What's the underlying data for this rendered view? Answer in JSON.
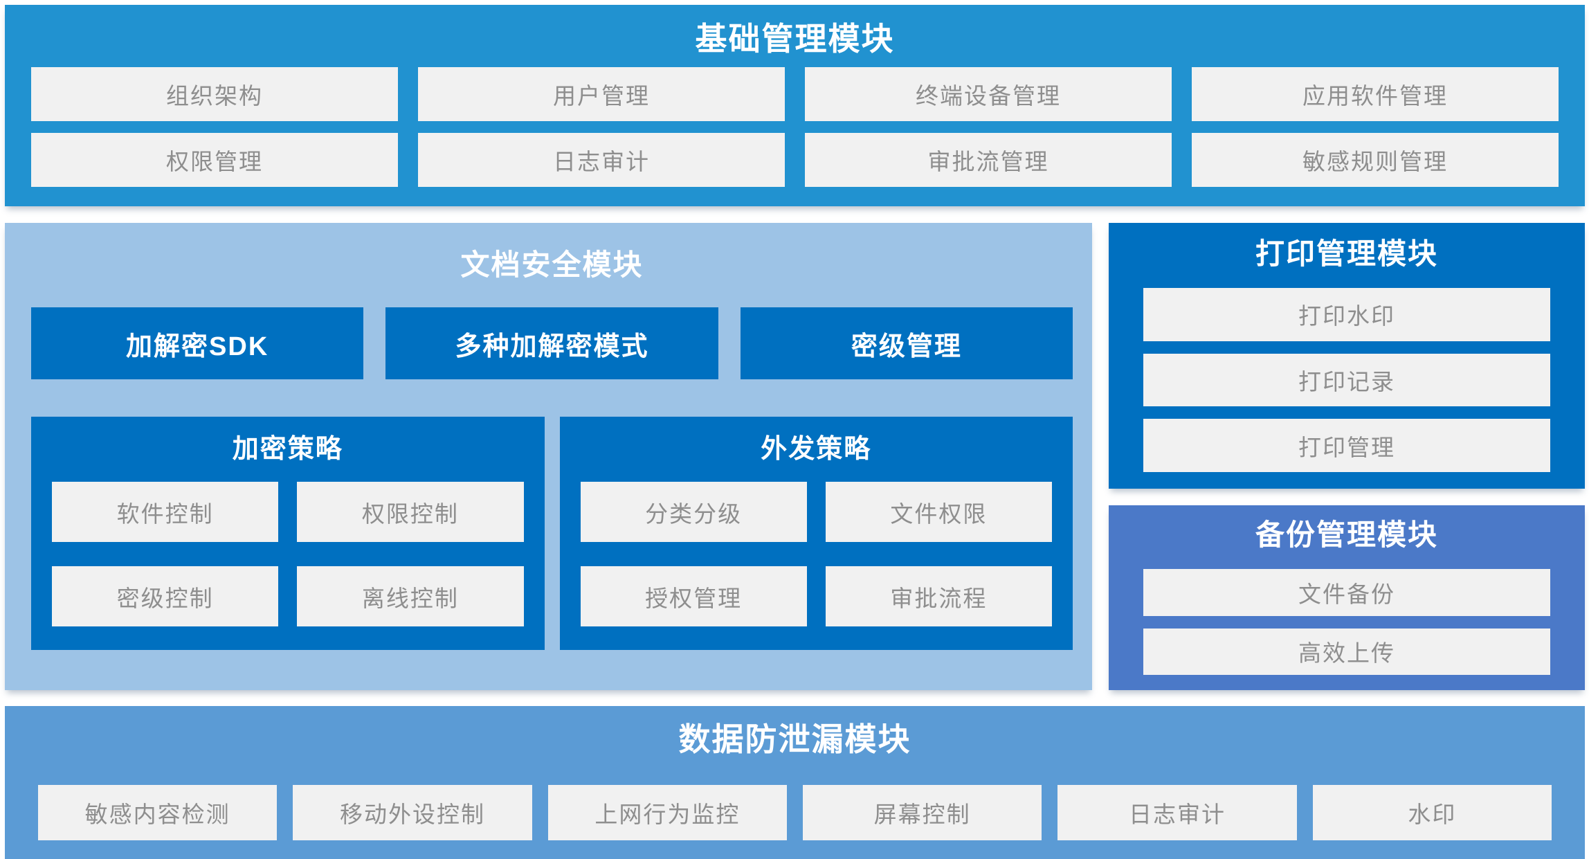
{
  "colors": {
    "top_section_blue": "#2192d0",
    "light_panel_blue": "#9dc3e6",
    "primary_dark_blue": "#0070c0",
    "backup_indigo_blue": "#4b79c8",
    "bottom_medium_blue": "#5b9bd5",
    "item_box_bg": "#f1f1f1",
    "item_box_text": "#8e8e8e",
    "title_text": "#ffffff"
  },
  "basic_management": {
    "title": "基础管理模块",
    "items": [
      "组织架构",
      "用户管理",
      "终端设备管理",
      "应用软件管理",
      "权限管理",
      "日志审计",
      "审批流管理",
      "敏感规则管理"
    ]
  },
  "document_security": {
    "title": "文档安全模块",
    "buttons": [
      "加解密SDK",
      "多种加解密模式",
      "密级管理"
    ],
    "encryption_policy": {
      "title": "加密策略",
      "items": [
        "软件控制",
        "权限控制",
        "密级控制",
        "离线控制"
      ]
    },
    "outgoing_policy": {
      "title": "外发策略",
      "items": [
        "分类分级",
        "文件权限",
        "授权管理",
        "审批流程"
      ]
    }
  },
  "print_management": {
    "title": "打印管理模块",
    "items": [
      "打印水印",
      "打印记录",
      "打印管理"
    ]
  },
  "backup_management": {
    "title": "备份管理模块",
    "items": [
      "文件备份",
      "高效上传"
    ]
  },
  "dlp": {
    "title": "数据防泄漏模块",
    "items": [
      "敏感内容检测",
      "移动外设控制",
      "上网行为监控",
      "屏幕控制",
      "日志审计",
      "水印"
    ]
  }
}
